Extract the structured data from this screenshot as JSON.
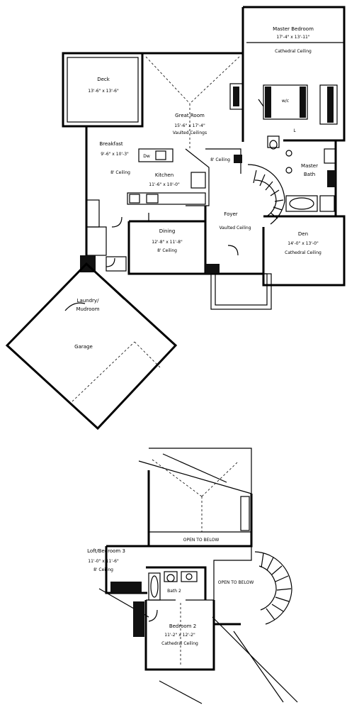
{
  "first_floor": {
    "master_bedroom": {
      "name": "Master Bedroom",
      "size": "17'-4\" x 13'-11\"",
      "ceiling": "Cathedral Ceiling"
    },
    "deck": {
      "name": "Deck",
      "size": "13'-6\" x 13'-6\""
    },
    "great_room": {
      "name": "Great Room",
      "size": "15'-6\" x 17'-4\"",
      "ceiling": "Vaulted Ceilings"
    },
    "breakfast": {
      "name": "Breakfast",
      "size": "9'-6\" x 10'-3\"",
      "ceiling": "8' Ceiling"
    },
    "kitchen": {
      "name": "Kitchen",
      "size": "11'-6\" x 10'-0\""
    },
    "hall": {
      "ceiling": "8' Ceiling"
    },
    "master_bath": {
      "name_line1": "Master",
      "name_line2": "Bath"
    },
    "wic": "w/c",
    "linen": "L",
    "dw": "Dw",
    "foyer": {
      "name": "Foyer",
      "ceiling": "Vaulted Ceiling"
    },
    "dining": {
      "name": "Dining",
      "size": "12'-8\" x 11'-8\"",
      "ceiling": "8' Ceiling"
    },
    "den": {
      "name": "Den",
      "size": "14'-0\" x 13'-0\"",
      "ceiling": "Cathedral Ceiling"
    },
    "laundry": {
      "name_line1": "Laundry/",
      "name_line2": "Mudroom"
    },
    "garage": {
      "name": "Garage"
    }
  },
  "second_floor": {
    "open_left": "OPEN TO BELOW",
    "open_right": "OPEN TO BELOW",
    "loft": {
      "name": "Loft/Bedroom 3",
      "size": "11'-0\" x 11'-6\"",
      "ceiling": "8' Ceiling"
    },
    "bath2": {
      "name": "Bath 2"
    },
    "bedroom2": {
      "name": "Bedroom 2",
      "size": "11'-2\" x 12'-2\"",
      "ceiling": "Cathedral Ceiling"
    }
  }
}
